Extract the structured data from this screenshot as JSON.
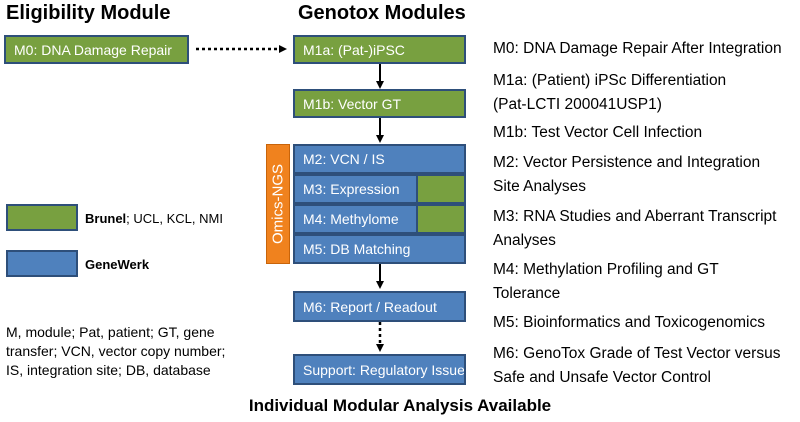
{
  "headings": {
    "eligibility": "Eligibility Module",
    "genotox": "Genotox Modules"
  },
  "boxes": {
    "m0": "M0: DNA Damage Repair",
    "m1a": "M1a: (Pat-)iPSC",
    "m1b": "M1b: Vector GT",
    "m2": "M2: VCN / IS",
    "m3": "M3: Expression",
    "m4": "M4: Methylome",
    "m5": "M5: DB Matching",
    "m6": "M6: Report / Readout",
    "support": "Support: Regulatory Issues"
  },
  "omics_label": "Omics-NGS",
  "descriptions": {
    "m0": [
      "M0: DNA Damage Repair After Integration"
    ],
    "m1a": [
      "M1a: (Patient) iPSc Differentiation",
      "(Pat-LCTI 200041USP1)"
    ],
    "m1b": [
      "M1b: Test Vector Cell Infection"
    ],
    "m2": [
      "M2: Vector Persistence and Integration",
      "Site Analyses"
    ],
    "m3": [
      "M3: RNA Studies and Aberrant Transcript",
      "Analyses"
    ],
    "m4": [
      "M4: Methylation Profiling and GT",
      "Tolerance"
    ],
    "m5": [
      "M5: Bioinformatics and Toxicogenomics"
    ],
    "m6": [
      "M6: GenoTox Grade of Test Vector versus",
      "Safe and Unsafe Vector Control"
    ]
  },
  "legend": {
    "green_bold": "Brunel",
    "green_rest": "; UCL, KCL, NMI",
    "blue_bold": "GeneWerk"
  },
  "abbreviations": [
    "M, module; Pat, patient; GT, gene",
    "transfer; VCN, vector copy number;",
    "IS, integration site; DB, database"
  ],
  "footer": "Individual Modular Analysis Available",
  "colors": {
    "green": "#78a040",
    "blue": "#4f81bd",
    "orange": "#f0821e",
    "border": "#2e4f7a"
  }
}
